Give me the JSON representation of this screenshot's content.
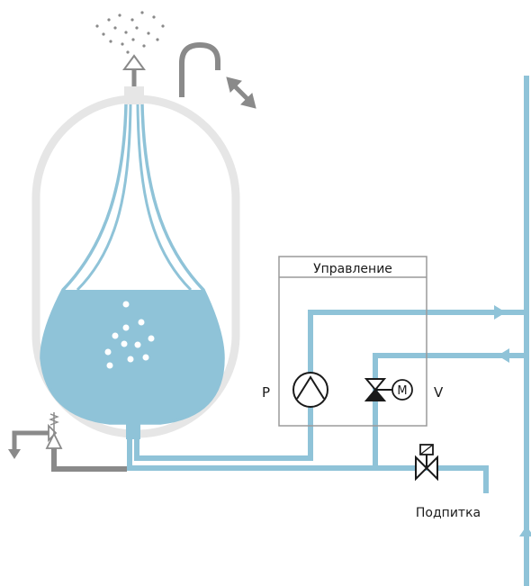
{
  "labels": {
    "control": "Управление",
    "pump": "P",
    "valve": "V",
    "motor": "M",
    "makeup": "Подпитка"
  },
  "colors": {
    "water": "#8fc3d8",
    "pipe": "#8fc3d8",
    "vessel_outline": "#e6e6e6",
    "grey_pipe": "#8a8a8a",
    "ink": "#1a1a1a",
    "control_border": "#9a9a9a"
  }
}
